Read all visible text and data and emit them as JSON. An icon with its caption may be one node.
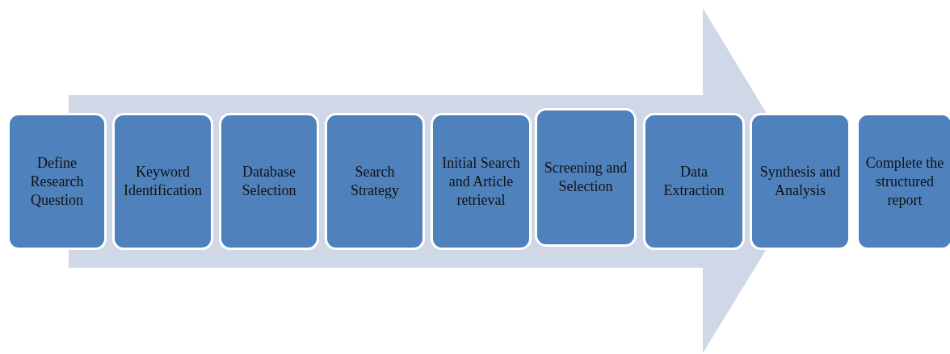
{
  "diagram": {
    "nodes": [
      {
        "text": [
          "Define Research Question"
        ]
      },
      {
        "text": [
          "Keyword Identification"
        ]
      },
      {
        "text": [
          "Database Selection"
        ]
      },
      {
        "text": [
          "Search Strategy"
        ]
      },
      {
        "text": [
          "Initial Search and Article retrieval"
        ]
      },
      {
        "text": [
          "Screening and Selection"
        ]
      },
      {
        "text": [
          "Data Extraction"
        ]
      },
      {
        "text": [
          "Synthesis and Analysis"
        ]
      },
      {
        "text": [
          "Complete the structured report"
        ]
      }
    ]
  }
}
